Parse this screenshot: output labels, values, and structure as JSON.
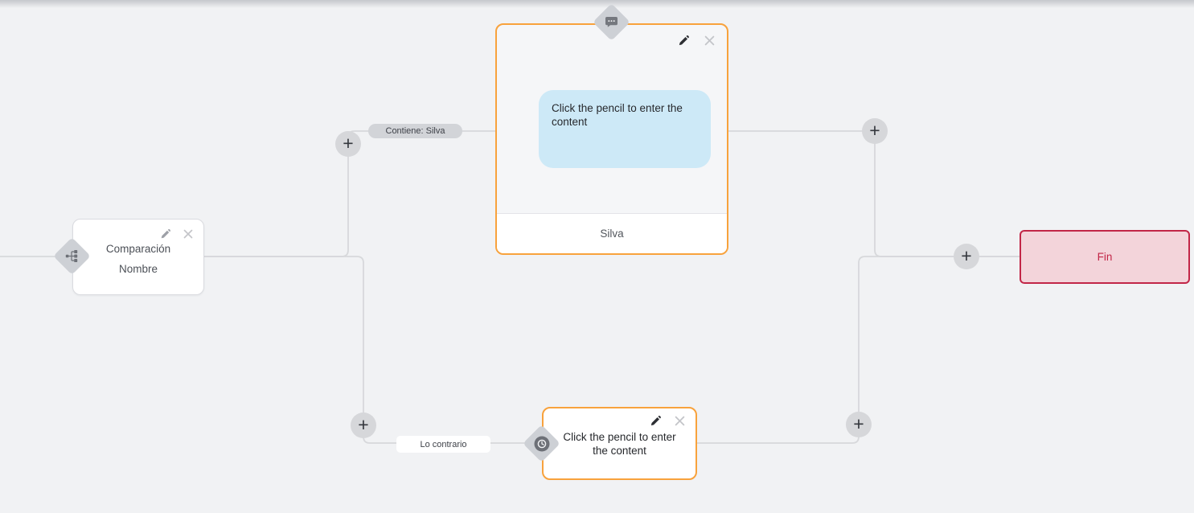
{
  "app": {
    "name": "chatbot-flow-builder-canvas"
  },
  "palette": {
    "background": "#f1f2f4",
    "edge_line": "#d7d8db",
    "accent_orange": "#f8a23c",
    "end_border": "#c22647",
    "end_background": "#f3d4da",
    "bubble_blue": "#cde9f7",
    "label_pill_gray": "#d2d4d8"
  },
  "nodes": {
    "comparison": {
      "line1": "Comparación",
      "line2": "Nombre"
    },
    "message": {
      "bubble_text": "Click the pencil to enter the content",
      "footer": "Silva"
    },
    "reply": {
      "text": "Click the pencil to enter the content"
    },
    "end": {
      "label": "Fin"
    }
  },
  "edge_labels": [
    {
      "text": "Contiene: Silva"
    },
    {
      "text": "Lo contrario"
    }
  ],
  "controls": {
    "add": "+"
  }
}
